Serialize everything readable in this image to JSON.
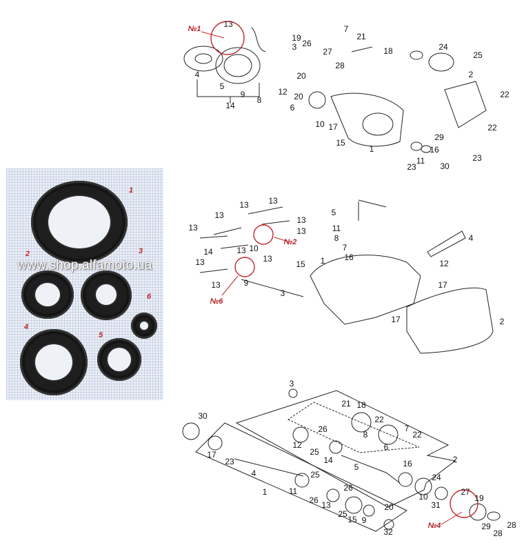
{
  "photo": {
    "watermark": "www.shop.alfamoto.ua",
    "seal_labels": [
      "1",
      "2",
      "3",
      "4",
      "5",
      "6"
    ]
  },
  "diagram_top": {
    "callout": "№1",
    "labels": [
      "13",
      "19",
      "3",
      "26",
      "7",
      "21",
      "27",
      "28",
      "18",
      "24",
      "25",
      "2",
      "4",
      "5",
      "9",
      "8",
      "14",
      "12",
      "20",
      "20",
      "6",
      "22",
      "10",
      "17",
      "15",
      "1",
      "22",
      "29",
      "16",
      "11",
      "30",
      "23",
      "23"
    ]
  },
  "diagram_middle": {
    "callouts": [
      "№2",
      "№6"
    ],
    "labels": [
      "13",
      "13",
      "13",
      "13",
      "13",
      "13",
      "10",
      "13",
      "13",
      "14",
      "13",
      "13",
      "9",
      "15",
      "3",
      "1",
      "5",
      "11",
      "8",
      "7",
      "16",
      "4",
      "12",
      "17",
      "17",
      "2"
    ]
  },
  "diagram_bottom": {
    "callout": "№4",
    "labels": [
      "3",
      "30",
      "21",
      "18",
      "22",
      "26",
      "7",
      "22",
      "12",
      "25",
      "8",
      "6",
      "17",
      "23",
      "14",
      "2",
      "16",
      "5",
      "4",
      "25",
      "24",
      "11",
      "1",
      "26",
      "27",
      "19",
      "10",
      "26",
      "31",
      "13",
      "25",
      "20",
      "15",
      "9",
      "29",
      "28",
      "28",
      "32"
    ]
  },
  "colors": {
    "callout_red": "#c0262c",
    "line": "#111111"
  }
}
